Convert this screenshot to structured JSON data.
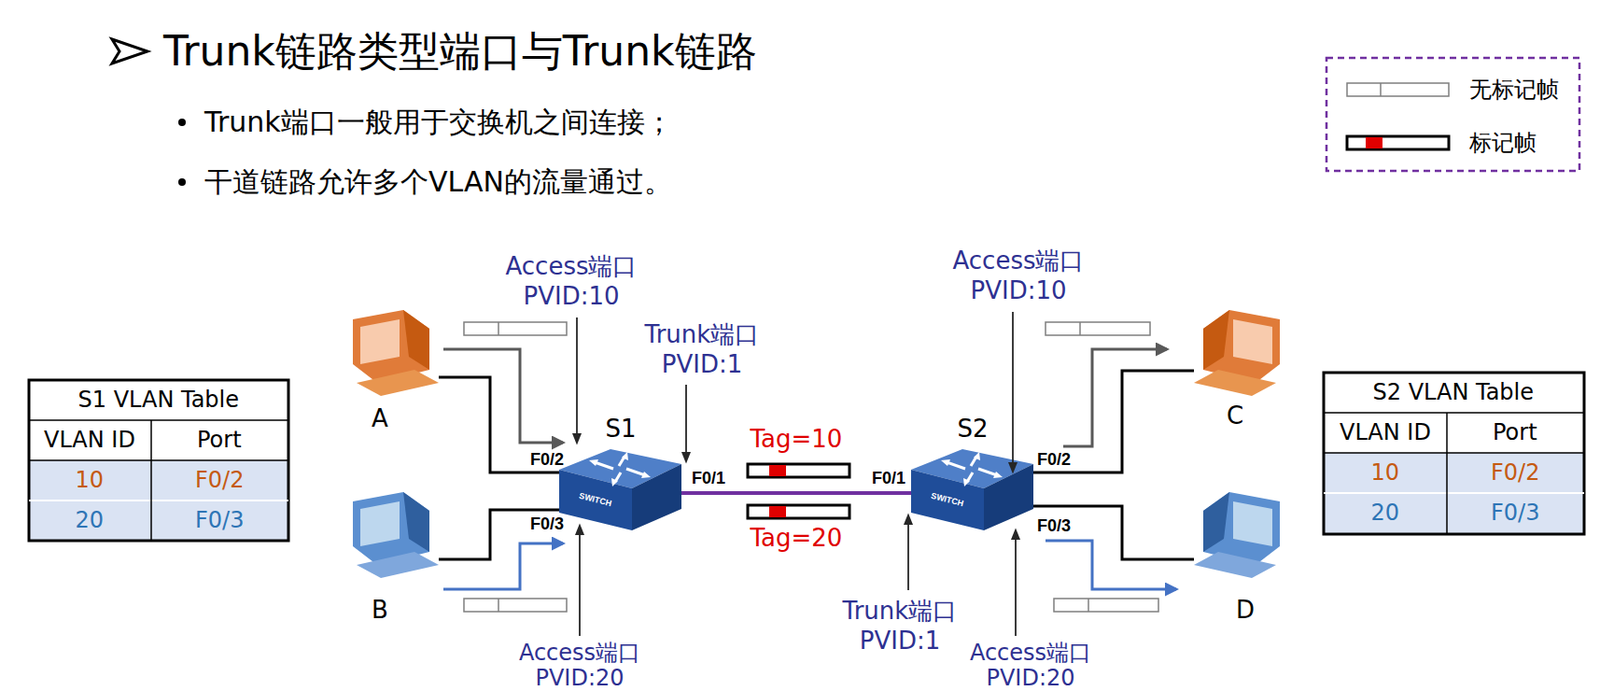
{
  "diagram": {
    "title": "Trunk链路类型端口与Trunk链路",
    "nodes": [
      {
        "text": [
          "A"
        ]
      },
      {
        "text": [
          "B"
        ]
      },
      {
        "text": [
          "S1"
        ]
      },
      {
        "text": [
          "S2"
        ]
      },
      {
        "text": [
          "C"
        ]
      },
      {
        "text": [
          "D"
        ]
      }
    ],
    "edges": [
      {
        "from": 0,
        "to": 2,
        "arrow": "none"
      },
      {
        "from": 1,
        "to": 2,
        "arrow": "none"
      },
      {
        "from": 2,
        "to": 3,
        "arrow": "none"
      },
      {
        "from": 3,
        "to": 4,
        "arrow": "none"
      },
      {
        "from": 3,
        "to": 5,
        "arrow": "none"
      }
    ],
    "labels": [
      "Trunk端口一般用于交换机之间连接；",
      "干道链路允许多个VLAN的流量通过。",
      "S1 VLAN Table",
      "VLAN ID",
      "Port",
      "10",
      "F0/2",
      "20",
      "F0/3",
      "S2 VLAN Table",
      "VLAN ID",
      "Port",
      "10",
      "F0/2",
      "20",
      "F0/3",
      "Access端口 PVID:10",
      "Trunk端口 PVID:1",
      "Access端口 PVID:10",
      "F0/2",
      "F0/3",
      "F0/1",
      "Tag=10",
      "Tag=20",
      "F0/1",
      "F0/2",
      "F0/3",
      "SWITCH",
      "SWITCH",
      "Access端口 PVID:20",
      "Trunk端口 PVID:1",
      "Access端口 PVID:20"
    ],
    "legend": [
      {
        "text": "无标记帧"
      },
      {
        "text": "标记帧"
      }
    ]
  }
}
